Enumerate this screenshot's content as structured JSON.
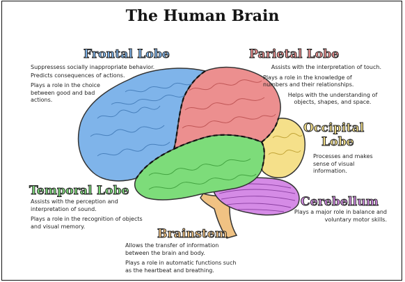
{
  "title": "The Human Brain",
  "lobes": {
    "frontal": {
      "name": "Frontal Lobe",
      "color": "#7fb4ea",
      "lines": [
        "Suppressess socially inappropriate behavior.",
        "Predicts consequences of actions.",
        "Plays a role in the choice between good and bad actions."
      ]
    },
    "parietal": {
      "name": "Parietal Lobe",
      "color": "#ec8f8f",
      "lines": [
        "Assists with the interpretation of touch.",
        "Plays a role in the knowledge of numbers and their relationships.",
        "Helps with the understanding of objects, shapes, and space."
      ]
    },
    "occipital": {
      "name_line1": "Occipital",
      "name_line2": "Lobe",
      "color": "#f5e08a",
      "lines": [
        "Processes and makes sense of visual information."
      ]
    },
    "temporal": {
      "name": "Temporal Lobe",
      "color": "#7ddc7a",
      "lines": [
        "Assists with the perception and interpretation of sound.",
        "Plays a role in the recognition of objects and visual memory."
      ]
    },
    "cerebellum": {
      "name": "Cerebellum",
      "color": "#d58be6",
      "lines": [
        "Plays a major role in balance and voluntary motor skills."
      ]
    },
    "brainstem": {
      "name": "Brainstem",
      "color": "#f0c283",
      "lines": [
        "Allows the transfer of information between the brain and body.",
        "Plays a role in automatic functions such as the heartbeat and breathing."
      ]
    }
  }
}
